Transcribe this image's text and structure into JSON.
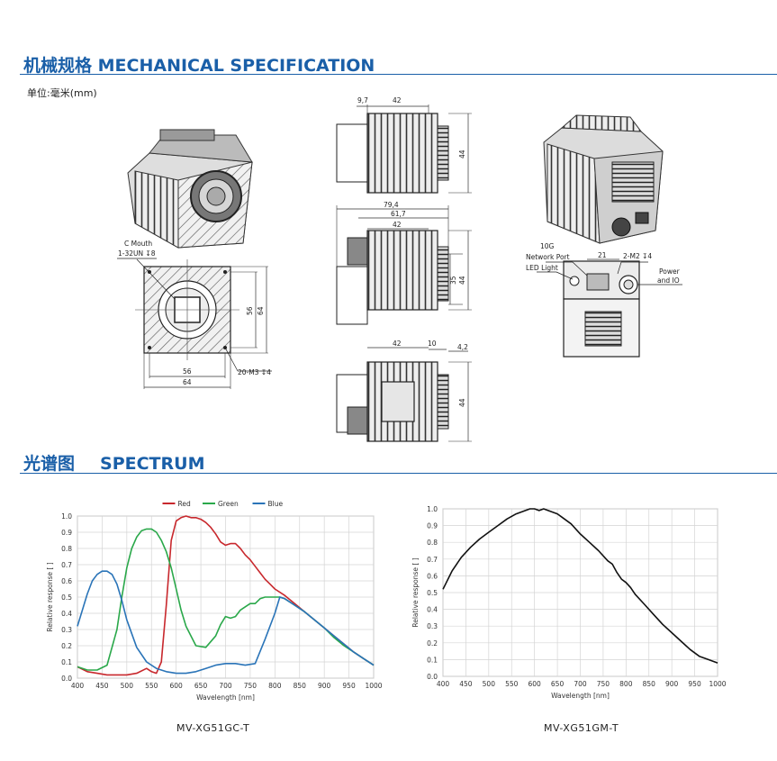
{
  "mechanical": {
    "title_cn": "机械规格",
    "title_en": "MECHANICAL SPECIFICATION",
    "unit_label": "单位:毫米(mm)",
    "callouts": {
      "c_mouth": "C Mouth",
      "thread": "1-32UN ↧8",
      "mount_holes": "20-M3 ↧4",
      "network_10g": "10G",
      "network_port": "Network Port",
      "led_light": "LED Light",
      "m2_holes": "2-M2 ↧4",
      "power": "Power",
      "and_io": "and IO"
    },
    "dims": {
      "front_w_inner": "56",
      "front_w_outer": "64",
      "front_h_inner": "56",
      "front_h_outer": "64",
      "top_97": "9,7",
      "top_42": "42",
      "top_44": "44",
      "side_794": "79,4",
      "side_617": "61,7",
      "side_42": "42",
      "side_35": "35",
      "side_44": "44",
      "bot_42": "42",
      "bot_10": "10",
      "bot_42b": "4,2",
      "bot_44": "44",
      "rear_21": "21"
    }
  },
  "spectrum": {
    "title_cn": "光谱图",
    "title_en": "SPECTRUM"
  },
  "chart_data": [
    {
      "type": "line",
      "caption": "MV-XG51GC-T",
      "xlabel": "Wavelength [nm]",
      "ylabel": "Relative response [ ]",
      "xlim": [
        400,
        1000
      ],
      "ylim": [
        0,
        1.0
      ],
      "xticks": [
        400,
        450,
        500,
        550,
        600,
        650,
        700,
        750,
        800,
        850,
        900,
        950,
        1000
      ],
      "yticks": [
        "0.0",
        "0.1",
        "0.2",
        "0.3",
        "0.4",
        "0.5",
        "0.6",
        "0.7",
        "0.8",
        "0.9",
        "1.0"
      ],
      "grid": true,
      "legend_position": "top",
      "series": [
        {
          "name": "Red",
          "color": "#c8282d",
          "x": [
            400,
            420,
            440,
            460,
            480,
            500,
            520,
            540,
            550,
            560,
            570,
            580,
            590,
            600,
            610,
            620,
            630,
            640,
            650,
            660,
            670,
            680,
            690,
            700,
            710,
            720,
            730,
            740,
            750,
            760,
            770,
            780,
            790,
            800,
            820,
            840,
            860,
            880,
            900,
            920,
            940,
            960,
            980,
            1000
          ],
          "y": [
            0.07,
            0.04,
            0.03,
            0.02,
            0.02,
            0.02,
            0.03,
            0.06,
            0.04,
            0.03,
            0.1,
            0.45,
            0.85,
            0.97,
            0.99,
            1.0,
            0.99,
            0.99,
            0.98,
            0.96,
            0.93,
            0.89,
            0.84,
            0.82,
            0.83,
            0.83,
            0.8,
            0.76,
            0.73,
            0.69,
            0.65,
            0.61,
            0.58,
            0.55,
            0.51,
            0.46,
            0.41,
            0.36,
            0.31,
            0.26,
            0.21,
            0.16,
            0.12,
            0.08
          ]
        },
        {
          "name": "Green",
          "color": "#2aa84a",
          "x": [
            400,
            420,
            440,
            460,
            480,
            490,
            500,
            510,
            520,
            530,
            540,
            550,
            560,
            570,
            580,
            590,
            600,
            610,
            620,
            640,
            660,
            680,
            690,
            700,
            710,
            720,
            730,
            740,
            750,
            760,
            770,
            780,
            790,
            800,
            810,
            820,
            840,
            860,
            880,
            900,
            920,
            940,
            960,
            980,
            1000
          ],
          "y": [
            0.07,
            0.05,
            0.05,
            0.08,
            0.3,
            0.5,
            0.68,
            0.8,
            0.87,
            0.91,
            0.92,
            0.92,
            0.9,
            0.85,
            0.78,
            0.68,
            0.55,
            0.42,
            0.32,
            0.2,
            0.19,
            0.26,
            0.33,
            0.38,
            0.37,
            0.38,
            0.42,
            0.44,
            0.46,
            0.46,
            0.49,
            0.5,
            0.5,
            0.5,
            0.5,
            0.49,
            0.45,
            0.41,
            0.36,
            0.31,
            0.25,
            0.2,
            0.16,
            0.12,
            0.08
          ]
        },
        {
          "name": "Blue",
          "color": "#2a74b8",
          "x": [
            400,
            410,
            420,
            430,
            440,
            450,
            460,
            470,
            480,
            490,
            500,
            520,
            540,
            560,
            580,
            600,
            620,
            640,
            660,
            680,
            700,
            720,
            740,
            760,
            780,
            800,
            810,
            820,
            840,
            860,
            880,
            900,
            920,
            940,
            960,
            980,
            1000
          ],
          "y": [
            0.32,
            0.42,
            0.52,
            0.6,
            0.64,
            0.66,
            0.66,
            0.64,
            0.58,
            0.48,
            0.36,
            0.19,
            0.1,
            0.06,
            0.04,
            0.03,
            0.03,
            0.04,
            0.06,
            0.08,
            0.09,
            0.09,
            0.08,
            0.09,
            0.24,
            0.4,
            0.5,
            0.49,
            0.45,
            0.41,
            0.36,
            0.31,
            0.26,
            0.21,
            0.16,
            0.12,
            0.08
          ]
        }
      ]
    },
    {
      "type": "line",
      "caption": "MV-XG51GM-T",
      "xlabel": "Wavelength [nm]",
      "ylabel": "Relative response [ ]",
      "xlim": [
        400,
        1000
      ],
      "ylim": [
        0,
        1.0
      ],
      "xticks": [
        400,
        450,
        500,
        550,
        600,
        650,
        700,
        750,
        800,
        850,
        900,
        950,
        1000
      ],
      "yticks": [
        "0.0",
        "0.1",
        "0.2",
        "0.3",
        "0.4",
        "0.5",
        "0.6",
        "0.7",
        "0.8",
        "0.9",
        "1.0"
      ],
      "grid": true,
      "series": [
        {
          "name": "",
          "color": "#111111",
          "x": [
            400,
            420,
            440,
            460,
            480,
            500,
            520,
            540,
            560,
            580,
            590,
            600,
            610,
            620,
            630,
            640,
            650,
            660,
            680,
            700,
            720,
            740,
            760,
            770,
            780,
            790,
            800,
            810,
            820,
            840,
            860,
            880,
            900,
            920,
            940,
            960,
            980,
            1000
          ],
          "y": [
            0.52,
            0.63,
            0.71,
            0.77,
            0.82,
            0.86,
            0.9,
            0.94,
            0.97,
            0.99,
            1.0,
            1.0,
            0.99,
            1.0,
            0.99,
            0.98,
            0.97,
            0.95,
            0.91,
            0.85,
            0.8,
            0.75,
            0.69,
            0.67,
            0.62,
            0.58,
            0.56,
            0.53,
            0.49,
            0.43,
            0.37,
            0.31,
            0.26,
            0.21,
            0.16,
            0.12,
            0.1,
            0.08
          ]
        }
      ]
    }
  ]
}
